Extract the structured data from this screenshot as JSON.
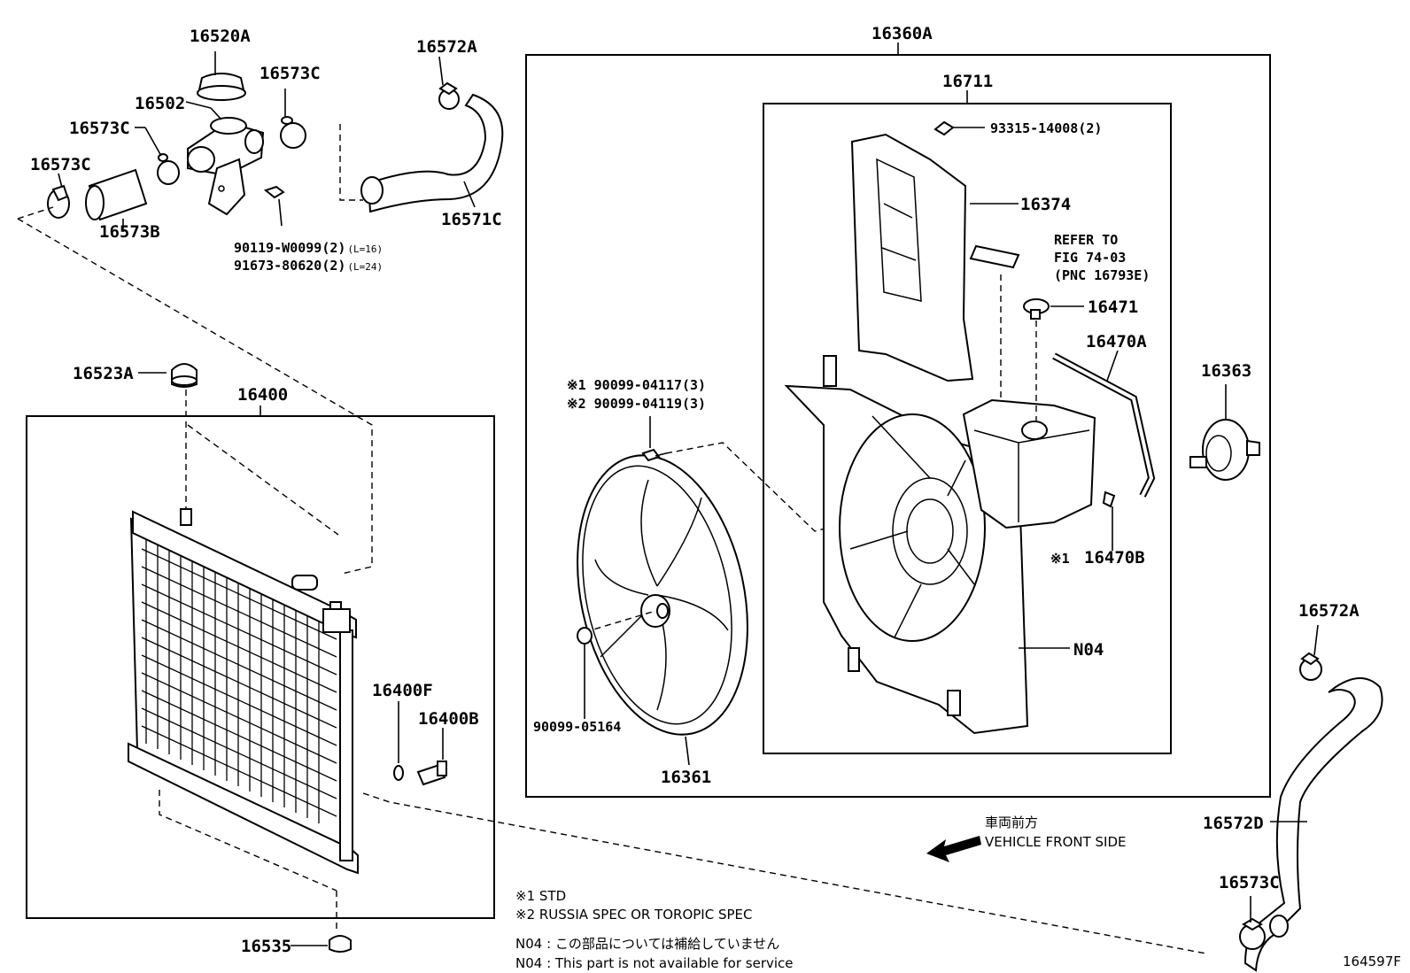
{
  "parts": {
    "p16520A": "16520A",
    "p16502": "16502",
    "p16573C_a": "16573C",
    "p16573C_b": "16573C",
    "p16573C_c": "16573C",
    "p16573B": "16573B",
    "p16572A_top": "16572A",
    "p16571C": "16571C",
    "bolt1": "90119-W0099(2)",
    "bolt1_len": "(L=16)",
    "bolt2": "91673-80620(2)",
    "bolt2_len": "(L=24)",
    "p16523A": "16523A",
    "p16400": "16400",
    "p16400F": "16400F",
    "p16400B": "16400B",
    "p16535": "16535",
    "p16360A": "16360A",
    "p16711": "16711",
    "p93315": "93315-14008(2)",
    "p16374": "16374",
    "refer1": "REFER TO",
    "refer2": "FIG 74-03",
    "refer3": "(PNC 16793E)",
    "p16471": "16471",
    "p16470A": "16470A",
    "p16363": "16363",
    "p16470B": "16470B",
    "p16470B_mark": "※1",
    "screw1": "※1 90099-04117(3)",
    "screw2": "※2 90099-04119(3)",
    "p90099_05164": "90099-05164",
    "p16361": "16361",
    "pN04": "N04",
    "p16572A_bot": "16572A",
    "p16572D": "16572D",
    "p16573C_bot": "16573C"
  },
  "direction": {
    "jp": "車両前方",
    "en": "VEHICLE FRONT SIDE"
  },
  "notes": {
    "n1": "※1 STD",
    "n2": "※2 RUSSIA SPEC OR TOROPIC SPEC",
    "n3": "N04 : この部品については補給していません",
    "n4": "N04 : This part is not available for service"
  },
  "figure_id": "164597F"
}
